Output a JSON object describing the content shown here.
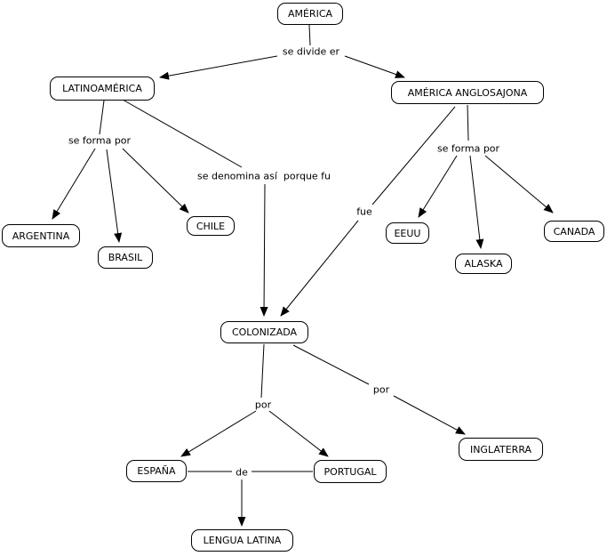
{
  "colors": {
    "background": "#ffffff",
    "node_fill": "#ffffff",
    "node_border": "#000000",
    "line": "#000000",
    "text": "#000000"
  },
  "nodes": {
    "america": {
      "label": "AMÉRICA"
    },
    "latinoamerica": {
      "label": "LATINOAMÉRICA"
    },
    "america_anglosajona": {
      "label": "AMÉRICA ANGLOSAJONA"
    },
    "argentina": {
      "label": "ARGENTINA"
    },
    "brasil": {
      "label": "BRASIL"
    },
    "chile": {
      "label": "CHILE"
    },
    "eeuu": {
      "label": "EEUU"
    },
    "alaska": {
      "label": "ALASKA"
    },
    "canada": {
      "label": "CANADA"
    },
    "colonizada": {
      "label": "COLONIZADA"
    },
    "espana": {
      "label": "ESPAÑA"
    },
    "portugal": {
      "label": "PORTUGAL"
    },
    "inglaterra": {
      "label": "INGLATERRA"
    },
    "lengua_latina": {
      "label": "LENGUA LATINA"
    }
  },
  "links": {
    "se_divide": {
      "label": "se divide er"
    },
    "se_forma_left": {
      "label": "se forma por"
    },
    "se_denomina": {
      "label": "se denomina así  porque fu"
    },
    "fue": {
      "label": "fue"
    },
    "se_forma_right": {
      "label": "se forma por"
    },
    "por_left": {
      "label": "por"
    },
    "por_right": {
      "label": "por"
    },
    "de": {
      "label": "de"
    }
  }
}
